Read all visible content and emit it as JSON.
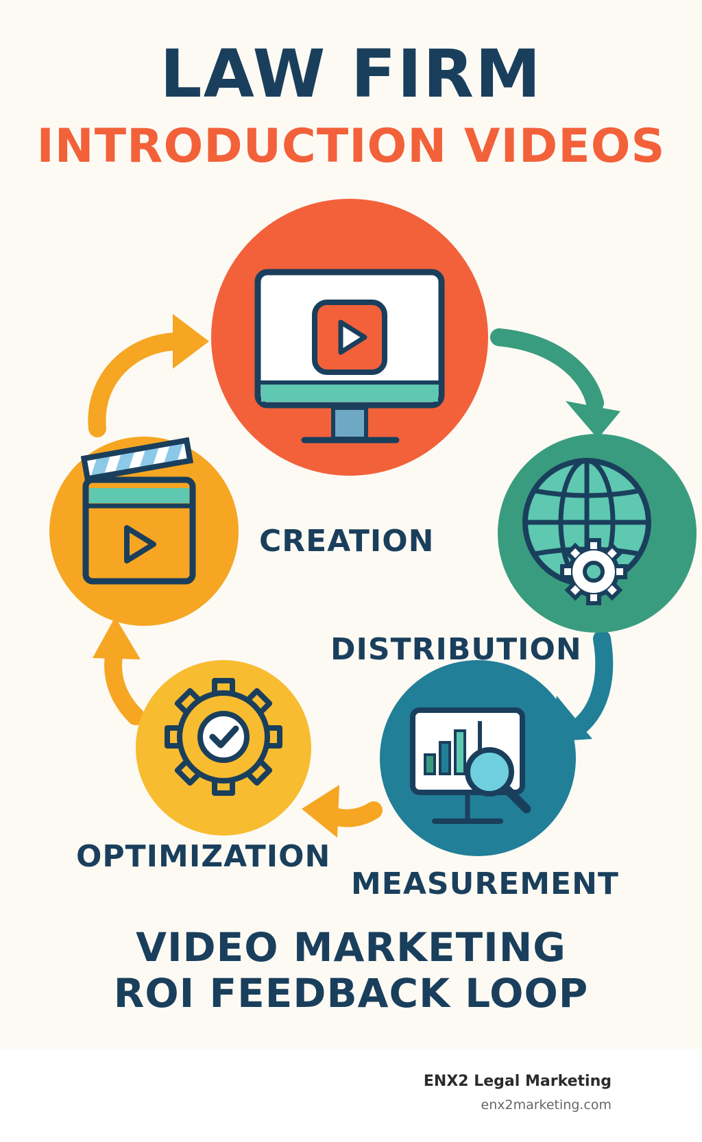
{
  "header": {
    "title": "LAW FIRM",
    "subtitle": "INTRODUCTION VIDEOS"
  },
  "stages": [
    {
      "label": "CREATION",
      "icon": "monitor-play-icon",
      "color": "#f2613a"
    },
    {
      "label": "DISTRIBUTION",
      "icon": "globe-gear-icon",
      "color": "#3a9c7f"
    },
    {
      "label": "MEASUREMENT",
      "icon": "analytics-magnifier-icon",
      "color": "#217f97"
    },
    {
      "label": "OPTIMIZATION",
      "icon": "gear-check-icon",
      "color": "#f8bc31"
    },
    {
      "label": "",
      "icon": "clapperboard-play-icon",
      "color": "#f6a623"
    }
  ],
  "footer_title": {
    "line1": "VIDEO MARKETING",
    "line2": "ROI FEEDBACK LOOP"
  },
  "brand": {
    "name": "ENX2 Legal Marketing",
    "url": "enx2marketing.com"
  },
  "colors": {
    "navy": "#1a3f5c",
    "orange": "#f2613a",
    "green": "#3a9c7f",
    "teal": "#217f97",
    "yellow": "#f8bc31",
    "amber": "#f6a623",
    "background": "#fdfaf4"
  }
}
